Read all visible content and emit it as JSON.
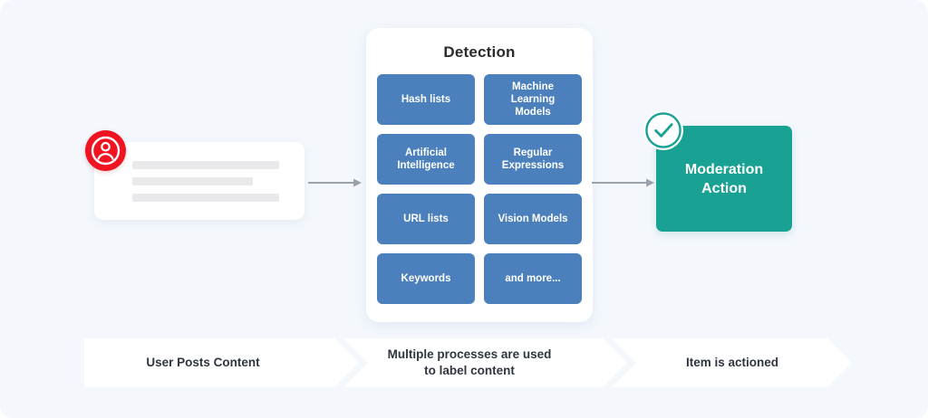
{
  "theme": {
    "background": "#f4f8fd",
    "tile_blue": "#4b80bd",
    "accent_teal": "#19a294",
    "avatar_red": "#f01423",
    "card_white": "#ffffff",
    "line_gray": "#e9e9eb",
    "arrow_gray": "#9aa2ab",
    "text_dark": "#2f3640"
  },
  "flow": {
    "source": {
      "avatar_icon": "user-avatar-icon",
      "card_lines": 3
    },
    "detection": {
      "title": "Detection",
      "tiles": [
        {
          "label": "Hash lists"
        },
        {
          "label": "Machine\nLearning\nModels"
        },
        {
          "label": "Artificial\nIntelligence"
        },
        {
          "label": "Regular\nExpressions"
        },
        {
          "label": "URL lists"
        },
        {
          "label": "Vision Models"
        },
        {
          "label": "Keywords"
        },
        {
          "label": "and more..."
        }
      ]
    },
    "outcome": {
      "label": "Moderation\nAction",
      "badge_icon": "check-circle-icon"
    },
    "connectors": [
      {
        "name": "arrow-source-to-detection"
      },
      {
        "name": "arrow-detection-to-outcome"
      }
    ]
  },
  "caption_banner": {
    "segments": [
      {
        "text": "User Posts Content"
      },
      {
        "text": "Multiple processes are used\nto label content"
      },
      {
        "text": "Item is actioned"
      }
    ]
  }
}
